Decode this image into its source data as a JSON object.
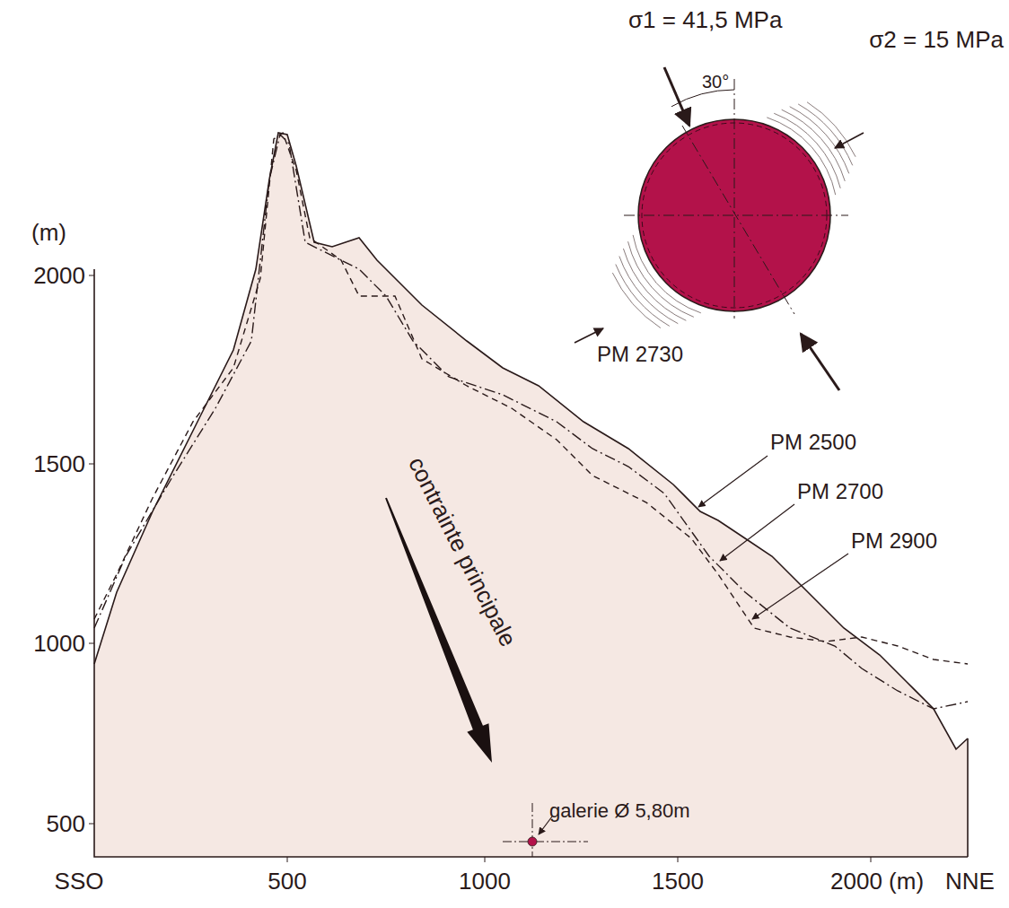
{
  "diagram": {
    "labels": [
      "σ1 = 41,5 MPa",
      "30°",
      "σ2 = 15 MPa",
      "PM 2730",
      "(m)",
      "2000",
      "1500",
      "1000",
      "500",
      "contrainte principale",
      "PM 2500",
      "PM 2700",
      "PM 2900",
      "galerie Ø 5,80m",
      "SSO",
      "500",
      "1000",
      "1500",
      "2000 (m)",
      "NNE"
    ]
  }
}
